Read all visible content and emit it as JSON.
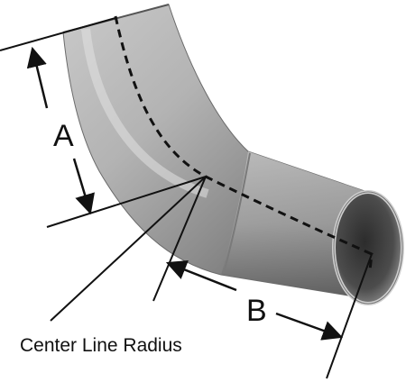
{
  "labels": {
    "dimension_a": "A",
    "dimension_b": "B",
    "center_line_radius": "Center Line Radius"
  },
  "colors": {
    "ink": "#111111",
    "pipe_light": "#d2d2d2",
    "pipe_mid": "#9a9a9a",
    "pipe_dark": "#4a4a4a",
    "background": "#ffffff"
  }
}
